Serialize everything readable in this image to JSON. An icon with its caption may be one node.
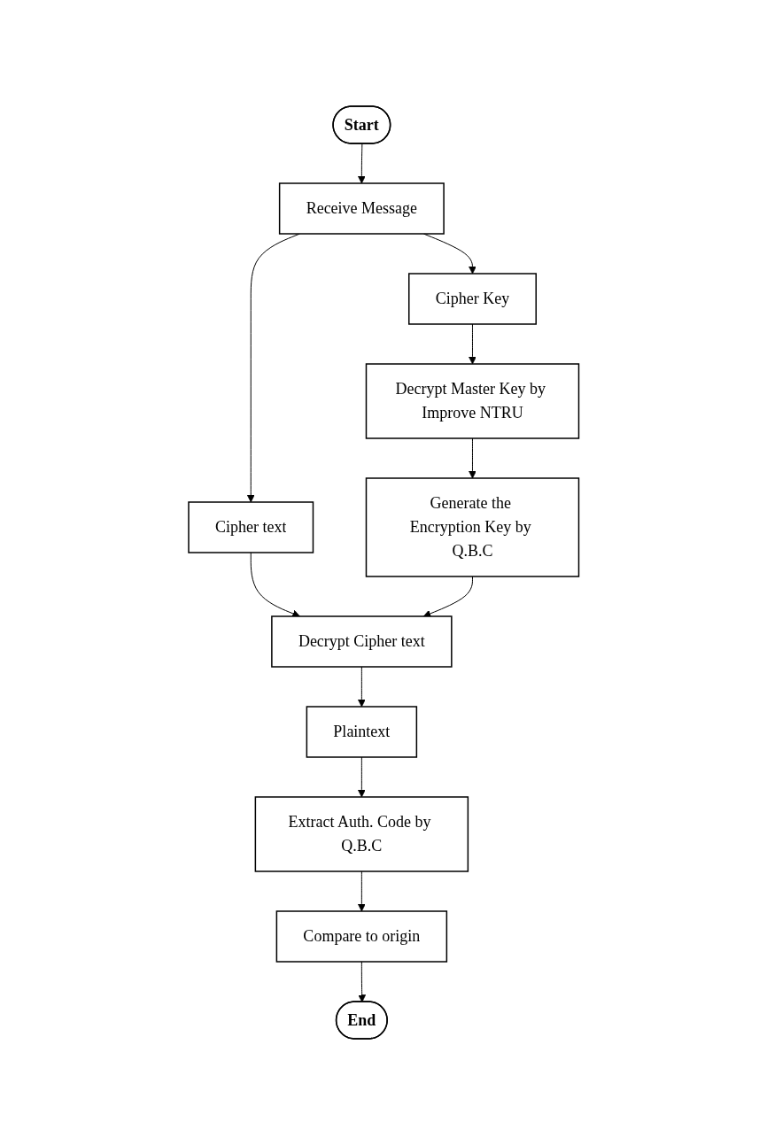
{
  "diagram": {
    "nodes": [
      {
        "text": [
          "Start"
        ]
      },
      {
        "text": [
          "Receive Message"
        ]
      },
      {
        "text": [
          "Cipher text"
        ]
      },
      {
        "text": [
          "Cipher Key"
        ]
      },
      {
        "text": [
          "Decrypt Master Key by Improve NTRU"
        ]
      },
      {
        "text": [
          "Decrypt Cipher text"
        ]
      },
      {
        "text": [
          "Generate the Encryption Key by Q.B.C"
        ]
      },
      {
        "text": [
          "Plaintext"
        ]
      },
      {
        "text": [
          "Extract Auth. Code by Q.B.C"
        ]
      },
      {
        "text": [
          "Compare to origin"
        ]
      },
      {
        "text": [
          "End"
        ]
      }
    ],
    "edges": [
      {
        "from": 0,
        "to": 1,
        "arrow": "to"
      },
      {
        "from": 1,
        "to": 2,
        "arrow": "to"
      },
      {
        "from": 1,
        "to": 3,
        "arrow": "to"
      },
      {
        "from": 3,
        "to": 4,
        "arrow": "to"
      },
      {
        "from": 2,
        "to": 5,
        "arrow": "to"
      },
      {
        "from": 4,
        "to": 6,
        "arrow": "to"
      },
      {
        "from": 6,
        "to": 5,
        "arrow": "to"
      },
      {
        "from": 5,
        "to": 7,
        "arrow": "to"
      },
      {
        "from": 7,
        "to": 8,
        "arrow": "to"
      },
      {
        "from": 8,
        "to": 9,
        "arrow": "to"
      },
      {
        "from": 9,
        "to": 10,
        "arrow": "to"
      }
    ]
  }
}
